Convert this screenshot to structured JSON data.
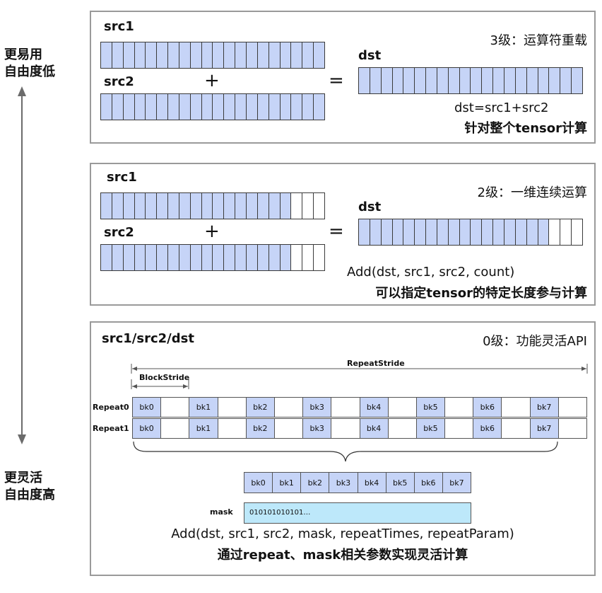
{
  "side": {
    "top_line1": "更易用",
    "top_line2": "自由度低",
    "bottom_line1": "更灵活",
    "bottom_line2": "自由度高"
  },
  "panel3": {
    "src1": "src1",
    "src2": "src2",
    "plus": "+",
    "equals": "=",
    "dst": "dst",
    "level": "3级：运算符重载",
    "formula": "dst=src1+src2",
    "caption": "针对整个tensor计算"
  },
  "panel2": {
    "src1": "src1",
    "src2": "src2",
    "plus": "+",
    "equals": "=",
    "dst": "dst",
    "level": "2级：一维连续运算",
    "formula": "Add(dst, src1, src2, count)",
    "caption": "可以指定tensor的特定长度参与计算"
  },
  "panel0": {
    "title": "src1/src2/dst",
    "level": "0级：功能灵活API",
    "repeat_stride": "RepeatStride",
    "block_stride": "BlockStride",
    "repeat0": "Repeat0",
    "repeat1": "Repeat1",
    "row_cells": [
      "bk0",
      "",
      "bk1",
      "",
      "bk2",
      "",
      "bk3",
      "",
      "bk4",
      "",
      "bk5",
      "",
      "bk6",
      "",
      "bk7",
      ""
    ],
    "blocks": [
      "bk0",
      "bk1",
      "bk2",
      "bk3",
      "bk4",
      "bk5",
      "bk6",
      "bk7"
    ],
    "mask_label": "mask",
    "mask_value": "010101010101…",
    "formula": "Add(dst, src1, src2, mask, repeatTimes, repeatParam)",
    "caption": "通过repeat、mask相关参数实现灵活计算"
  },
  "colors": {
    "cell_fill": "#c6d4f7",
    "mask_fill": "#bde8fa",
    "panel_border": "#9a9a9a",
    "arrow": "#6b6b6b"
  }
}
